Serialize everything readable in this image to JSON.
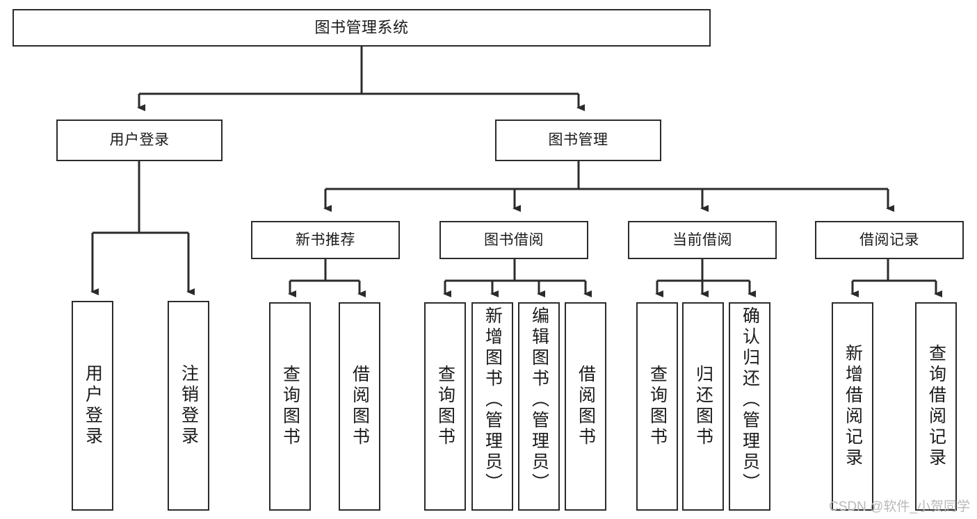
{
  "diagram": {
    "title": "图书管理系统",
    "type": "tree-hierarchy",
    "watermark": "CSDN @软件_小贺同学",
    "colors": {
      "background": "#ffffff",
      "box_border": "#2b2b2b",
      "box_fill": "#ffffff",
      "connector": "#2b2b2b",
      "text": "#1a1a1a",
      "watermark": "#b9b9b9"
    },
    "root": {
      "label": "图书管理系统"
    },
    "level2": [
      {
        "id": "user-login",
        "label": "用户登录"
      },
      {
        "id": "book-manage",
        "label": "图书管理"
      }
    ],
    "level3": [
      {
        "id": "new-book-recommend",
        "label": "新书推荐"
      },
      {
        "id": "book-borrow",
        "label": "图书借阅"
      },
      {
        "id": "current-borrow",
        "label": "当前借阅"
      },
      {
        "id": "borrow-record",
        "label": "借阅记录"
      }
    ],
    "leaves": {
      "user-login": [
        {
          "id": "login",
          "label": "用户登录"
        },
        {
          "id": "logout",
          "label": "注销登录"
        }
      ],
      "new-book-recommend": [
        {
          "id": "query-book-a",
          "label": "查询图书"
        },
        {
          "id": "borrow-book-a",
          "label": "借阅图书"
        }
      ],
      "book-borrow": [
        {
          "id": "query-book-b",
          "label": "查询图书"
        },
        {
          "id": "add-book",
          "label": "新增图书（管理员）"
        },
        {
          "id": "edit-book",
          "label": "编辑图书（管理员）"
        },
        {
          "id": "borrow-book-b",
          "label": "借阅图书"
        }
      ],
      "current-borrow": [
        {
          "id": "query-book-c",
          "label": "查询图书"
        },
        {
          "id": "return-book",
          "label": "归还图书"
        },
        {
          "id": "confirm-return",
          "label": "确认归还（管理员）"
        }
      ],
      "borrow-record": [
        {
          "id": "add-record",
          "label": "新增借阅记录"
        },
        {
          "id": "query-record",
          "label": "查询借阅记录"
        }
      ]
    }
  }
}
